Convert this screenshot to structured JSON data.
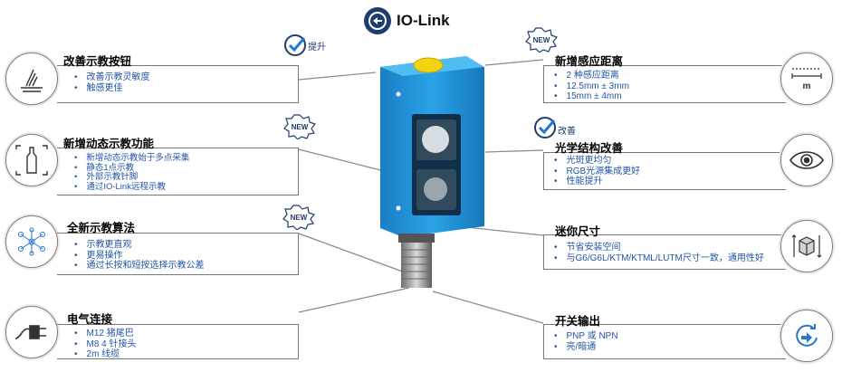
{
  "brand": {
    "text": "IO-Link"
  },
  "badges": {
    "new": "NEW",
    "improve": "提升",
    "improve2": "改善"
  },
  "left": [
    {
      "title": "改善示教按钮",
      "items": [
        "改善示教灵敏度",
        "触感更佳"
      ]
    },
    {
      "title": "新增动态示教功能",
      "items": [
        "新增动态示教始于多点采集",
        "静态1点示教",
        "外部示教针脚",
        "通过IO-Link远程示教"
      ]
    },
    {
      "title": "全新示教算法",
      "items": [
        "示教更直观",
        "更易操作",
        "通过长按和短按选择示教公差"
      ]
    },
    {
      "title": "电气连接",
      "items": [
        "M12 猪尾巴",
        "M8 4 针接头",
        "2m 线缆"
      ]
    }
  ],
  "right": [
    {
      "title": "新增感应距离",
      "items": [
        "2 种感应距离",
        "12.5mm ± 3mm",
        "15mm ± 4mm"
      ],
      "icon_text": "m"
    },
    {
      "title": "光学结构改善",
      "items": [
        "光斑更均匀",
        "RGB光源集成更好",
        "性能提升"
      ]
    },
    {
      "title": "迷你尺寸",
      "items": [
        "节省安装空间",
        "与G6/G6L/KTM/KTML/LUTM尺寸一致，通用性好"
      ]
    },
    {
      "title": "开关输出",
      "items": [
        "PNP 或 NPN",
        "亮/暗通"
      ]
    }
  ],
  "colors": {
    "sensor_blue": "#1c8fd6",
    "button_yellow": "#f5d312",
    "bullet_blue": "#2255a8",
    "badge_navy": "#1f3c6e"
  }
}
